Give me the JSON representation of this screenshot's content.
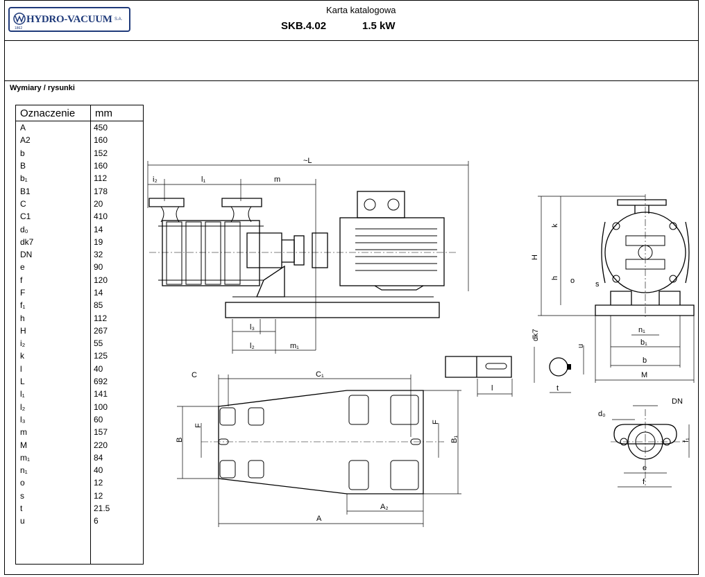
{
  "header": {
    "logo_text": "HYDRO-VACUUM",
    "logo_suffix": "S.A.",
    "logo_year": "1862",
    "title": "Karta katalogowa",
    "model": "SKB.4.02",
    "power": "1.5 kW"
  },
  "section_title": "Wymiary / rysunki",
  "table": {
    "headers": [
      "Oznaczenie",
      "mm"
    ],
    "rows": [
      [
        "A",
        "450"
      ],
      [
        "A2",
        "160"
      ],
      [
        "b",
        "152"
      ],
      [
        "B",
        "160"
      ],
      [
        "b₁",
        "112"
      ],
      [
        "B1",
        "178"
      ],
      [
        "C",
        "20"
      ],
      [
        "C1",
        "410"
      ],
      [
        "d₀",
        "14"
      ],
      [
        "dk7",
        "19"
      ],
      [
        "DN",
        "32"
      ],
      [
        "e",
        "90"
      ],
      [
        "f",
        "120"
      ],
      [
        "F",
        "14"
      ],
      [
        "f₁",
        "85"
      ],
      [
        "h",
        "112"
      ],
      [
        "H",
        "267"
      ],
      [
        "i₂",
        "55"
      ],
      [
        "k",
        "125"
      ],
      [
        "l",
        "40"
      ],
      [
        "L",
        "692"
      ],
      [
        "l₁",
        "141"
      ],
      [
        "l₂",
        "100"
      ],
      [
        "l₃",
        "60"
      ],
      [
        "m",
        "157"
      ],
      [
        "M",
        "220"
      ],
      [
        "m₁",
        "84"
      ],
      [
        "n₁",
        "40"
      ],
      [
        "o",
        "12"
      ],
      [
        "s",
        "12"
      ],
      [
        "t",
        "21.5"
      ],
      [
        "u",
        "6"
      ]
    ]
  },
  "labels": {
    "L": "~L",
    "i2": "i₂",
    "l1": "l₁",
    "m": "m",
    "l3": "l₃",
    "l2": "l₂",
    "m1": "m₁",
    "H": "H",
    "k": "k",
    "h": "h",
    "o": "o",
    "s": "s",
    "n1": "n₁",
    "b1": "b₁",
    "b": "b",
    "M": "M",
    "dk7": "dk7",
    "u": "u",
    "l": "l",
    "t": "t",
    "C": "C",
    "C1": "C₁",
    "F": "F",
    "F2": "F",
    "B": "B",
    "B1": "B₁",
    "A2": "A₂",
    "A": "A",
    "d0": "d₀",
    "DN": "DN",
    "f1": "f₁",
    "e": "e",
    "f": "f"
  }
}
